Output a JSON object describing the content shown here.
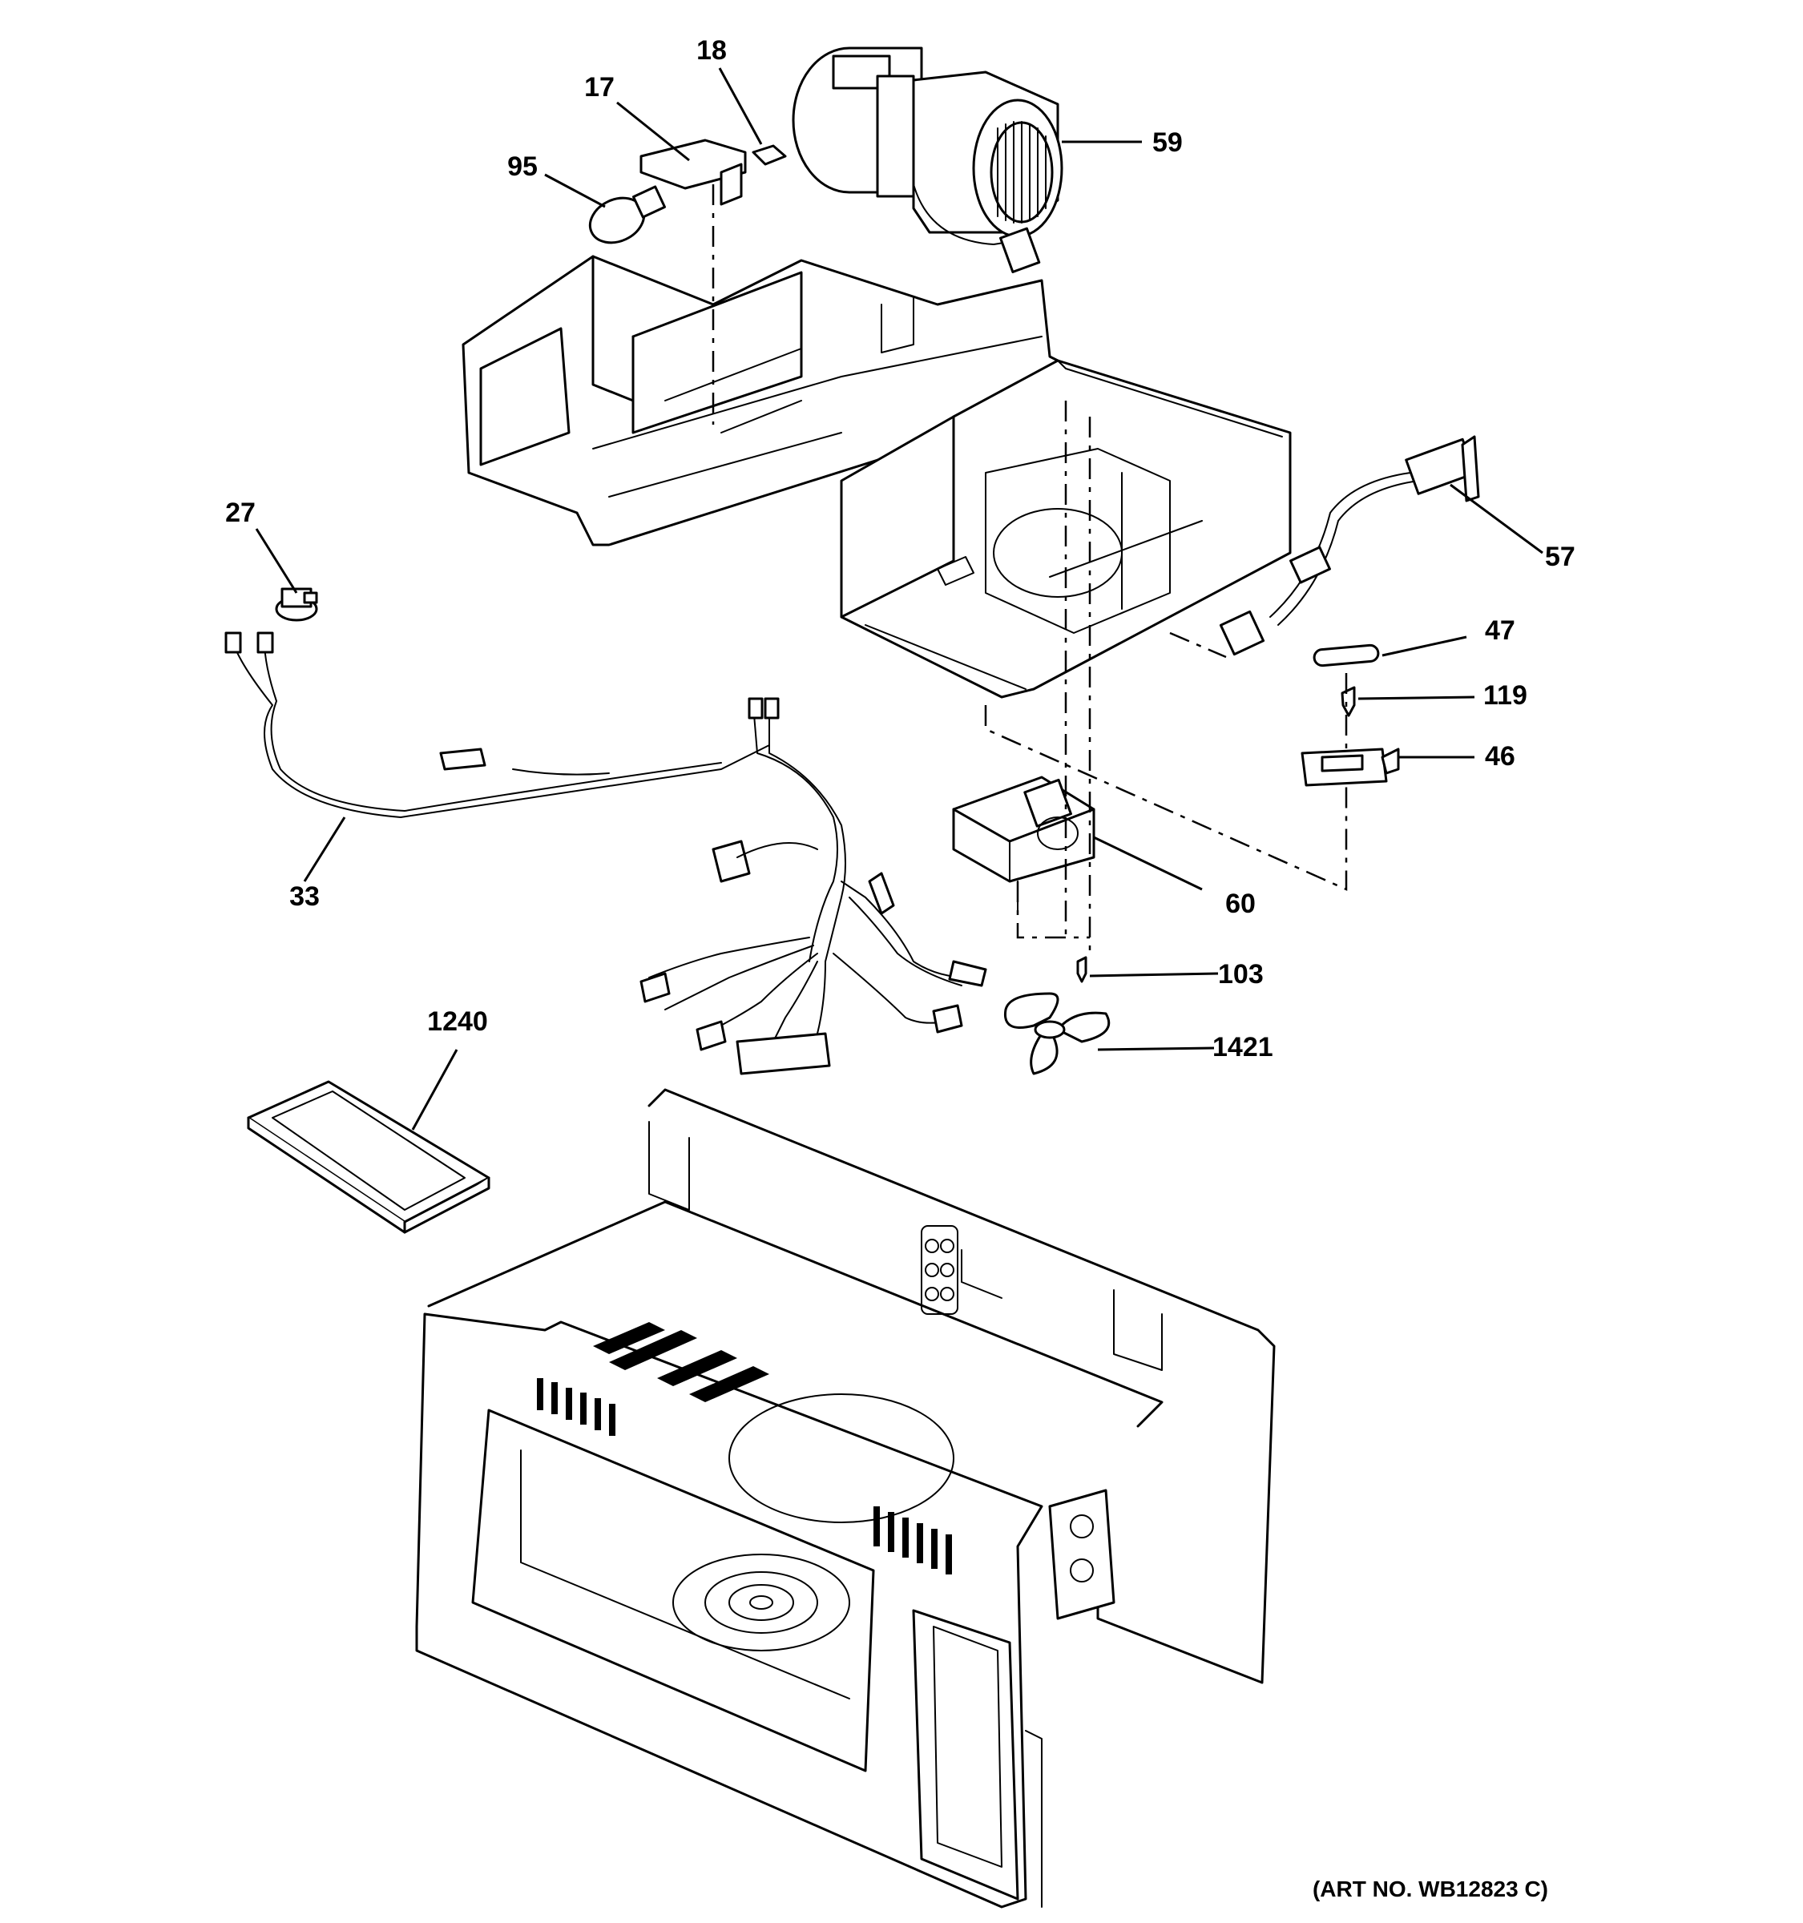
{
  "diagram": {
    "art_number": "(ART NO. WB12823 C)",
    "callouts": [
      {
        "id": "17",
        "label": "17"
      },
      {
        "id": "18",
        "label": "18"
      },
      {
        "id": "95",
        "label": "95"
      },
      {
        "id": "59",
        "label": "59"
      },
      {
        "id": "27",
        "label": "27"
      },
      {
        "id": "57",
        "label": "57"
      },
      {
        "id": "47",
        "label": "47"
      },
      {
        "id": "119",
        "label": "119"
      },
      {
        "id": "46",
        "label": "46"
      },
      {
        "id": "33",
        "label": "33"
      },
      {
        "id": "60",
        "label": "60"
      },
      {
        "id": "103",
        "label": "103"
      },
      {
        "id": "1421",
        "label": "1421"
      },
      {
        "id": "1240",
        "label": "1240"
      }
    ]
  }
}
